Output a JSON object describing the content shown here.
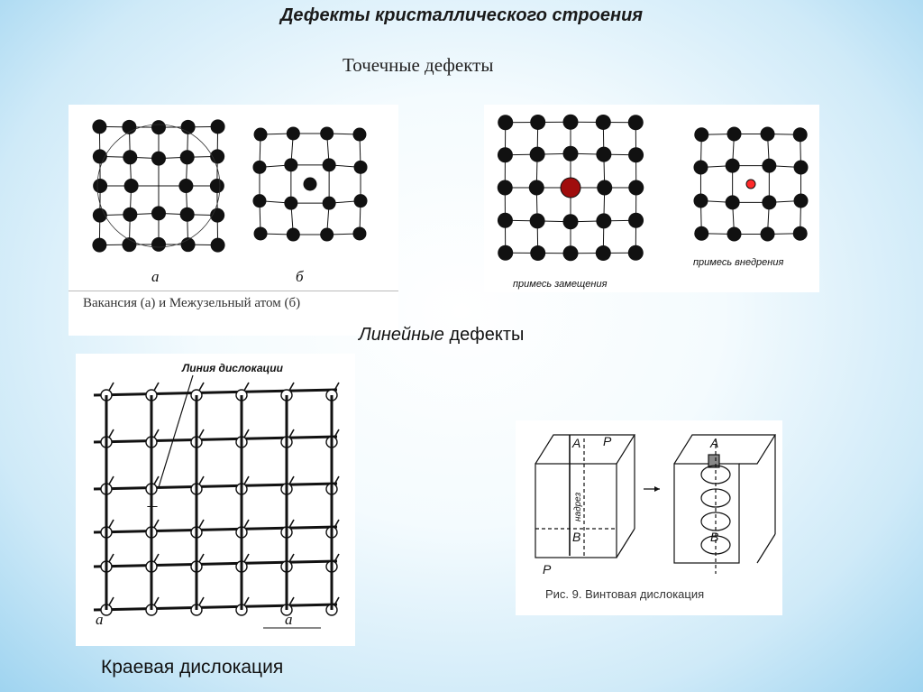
{
  "slide": {
    "title": "Дефекты кристаллического строения",
    "point_defects_heading": "Точечные дефекты",
    "linear_defects_heading_italic": "Линейные",
    "linear_defects_heading_rest": " дефекты"
  },
  "vacancy_figure": {
    "label_a": "а",
    "label_b": "б",
    "caption": "Вакансия (а) и Межузельный атом (б)"
  },
  "impurity_figure": {
    "label_substitution": "примесь замещения",
    "label_interstitial": "примесь внедрения",
    "colors": {
      "substitution_atom": "#a00d0d",
      "interstitial_atom": "#ff2a2a"
    }
  },
  "edge_dislocation_figure": {
    "line_label": "Линия дислокации",
    "label_a": "а",
    "caption": "Краевая дислокация"
  },
  "screw_dislocation_figure": {
    "label_A": "A",
    "label_P": "P",
    "label_B": "B",
    "label_cut": "надрез",
    "caption": "Рис. 9. Винтовая дислокация"
  }
}
